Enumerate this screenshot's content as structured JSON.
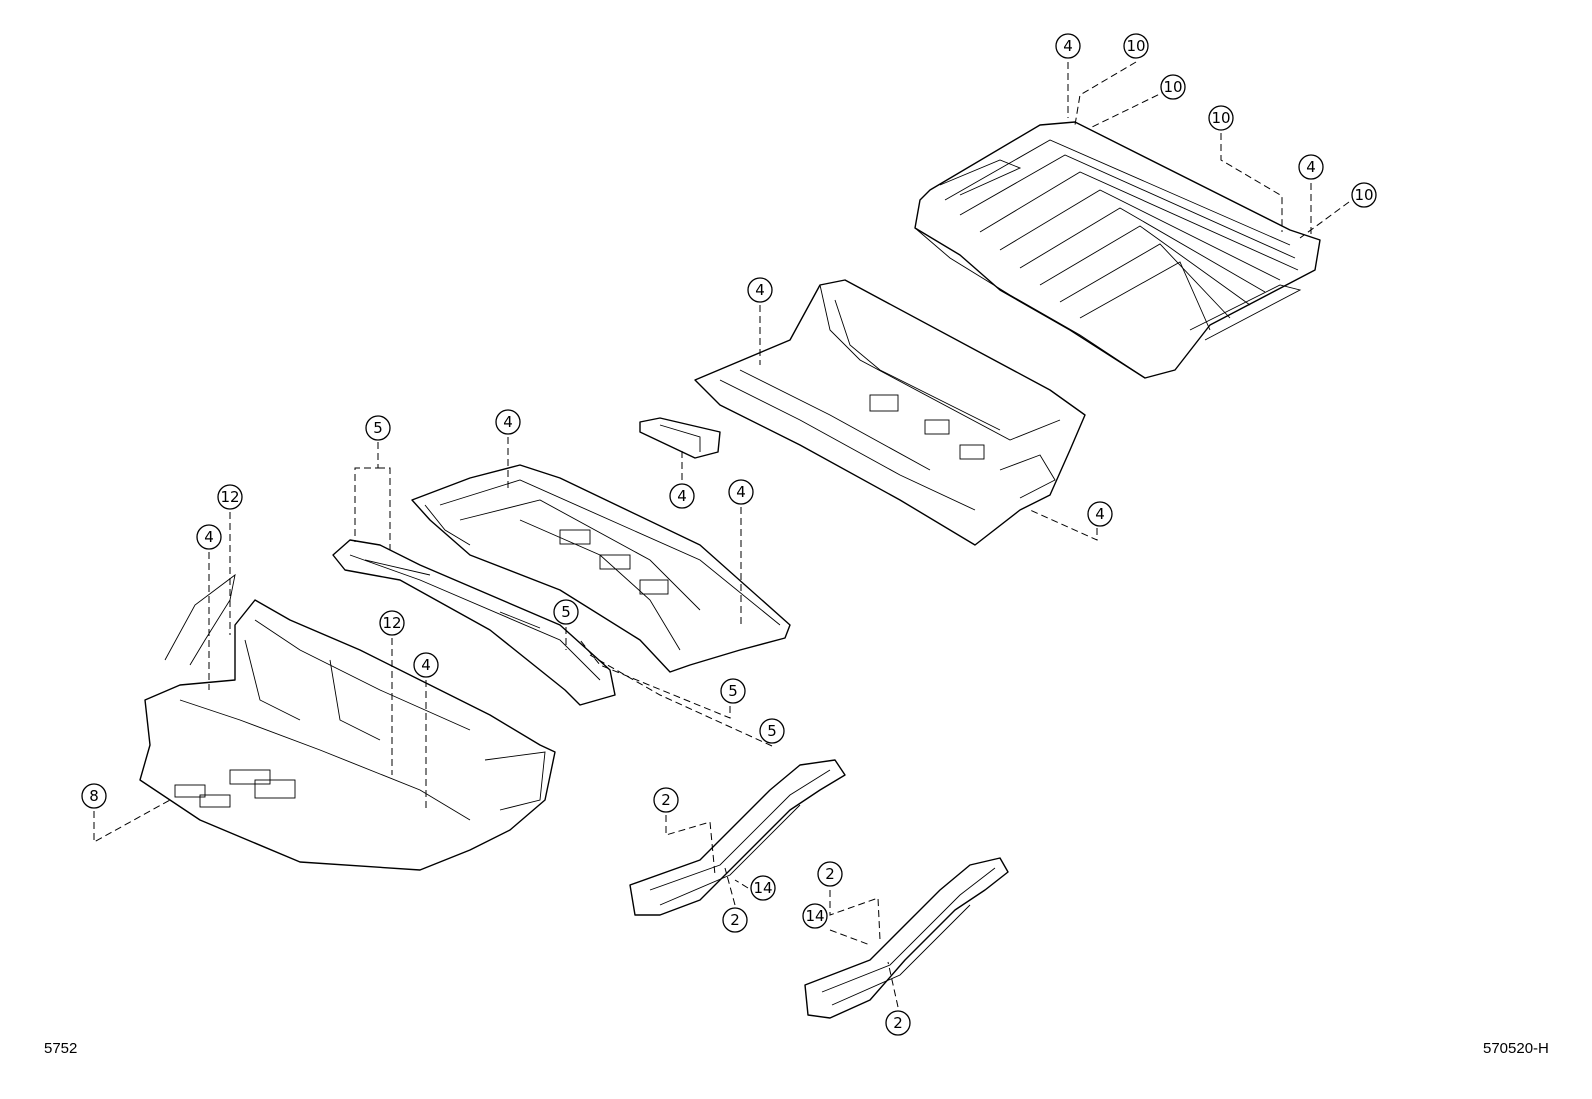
{
  "callouts": [
    {
      "label": "4"
    },
    {
      "label": "10"
    },
    {
      "label": "10"
    },
    {
      "label": "10"
    },
    {
      "label": "4"
    },
    {
      "label": "10"
    },
    {
      "label": "4"
    },
    {
      "label": "4"
    },
    {
      "label": "5"
    },
    {
      "label": "4"
    },
    {
      "label": "4"
    },
    {
      "label": "4"
    },
    {
      "label": "12"
    },
    {
      "label": "4"
    },
    {
      "label": "12"
    },
    {
      "label": "4"
    },
    {
      "label": "5"
    },
    {
      "label": "5"
    },
    {
      "label": "5"
    },
    {
      "label": "8"
    },
    {
      "label": "2"
    },
    {
      "label": "14"
    },
    {
      "label": "2"
    },
    {
      "label": "2"
    },
    {
      "label": "14"
    },
    {
      "label": "2"
    }
  ],
  "footer": {
    "left_code": "5752",
    "right_code": "570520-H"
  },
  "colors": {
    "line": "#000000",
    "background": "#ffffff"
  }
}
